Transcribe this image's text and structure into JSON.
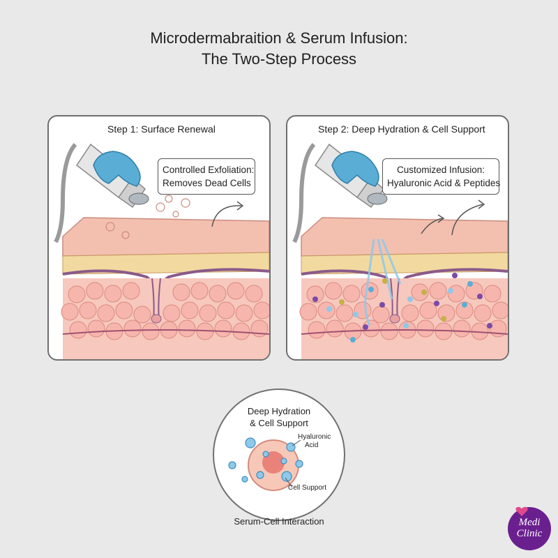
{
  "title": {
    "line1": "Microdermabraition & Serum Infusion:",
    "line2": "The Two-Step Process"
  },
  "step1": {
    "heading": "Step 1: Surface Renewal",
    "callout_line1": "Controlled Exfoliation:",
    "callout_line2": "Removes Dead Cells"
  },
  "step2": {
    "heading": "Step 2: Deep Hydration & Cell Support",
    "callout_line1": "Customized Infusion:",
    "callout_line2": "Hyaluronic Acid & Peptides"
  },
  "detail": {
    "title_line1": "Deep Hydration",
    "title_line2": "& Cell Support",
    "label_ha_line1": "Hyaluronic",
    "label_ha_line2": "Acid",
    "label_cs": "Cell Support",
    "caption": "Serum-Cell Interaction"
  },
  "logo": {
    "line1": "Medi",
    "line2": "Clinic"
  },
  "colors": {
    "skin_top": "#f2b6a6",
    "fat_cells": "#f6b8b0",
    "glove": "#5aaed6",
    "serum": "#8ec9ea",
    "brand": "#6a1f8f"
  }
}
